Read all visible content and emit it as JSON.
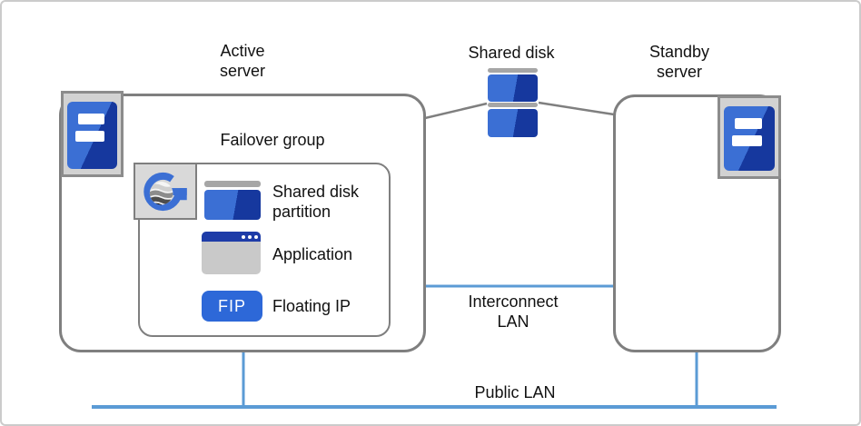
{
  "colors": {
    "accent-blue": "#2d68d8",
    "icon-blue-light": "#3b6fd4",
    "icon-blue-dark": "#16389e",
    "navy": "#1e3ca8",
    "lan-blue": "#5b9bd5",
    "line-gray": "#7f7f7f",
    "panel-gray": "#d2d2d2",
    "cap-gray": "#a6a6a6"
  },
  "nodes": {
    "active_server": {
      "title": "Active\nserver"
    },
    "standby_server": {
      "title": "Standby\nserver"
    },
    "shared_disk": {
      "title": "Shared disk"
    },
    "failover_group": {
      "title": "Failover group",
      "items": [
        {
          "icon": "shared-disk-partition-icon",
          "label": "Shared disk\npartition"
        },
        {
          "icon": "application-window-icon",
          "label": "Application"
        },
        {
          "icon": "floating-ip-badge",
          "badge_text": "FIP",
          "label": "Floating IP"
        }
      ]
    }
  },
  "networks": {
    "interconnect_lan": {
      "label": "Interconnect\nLAN"
    },
    "public_lan": {
      "label": "Public LAN"
    }
  }
}
